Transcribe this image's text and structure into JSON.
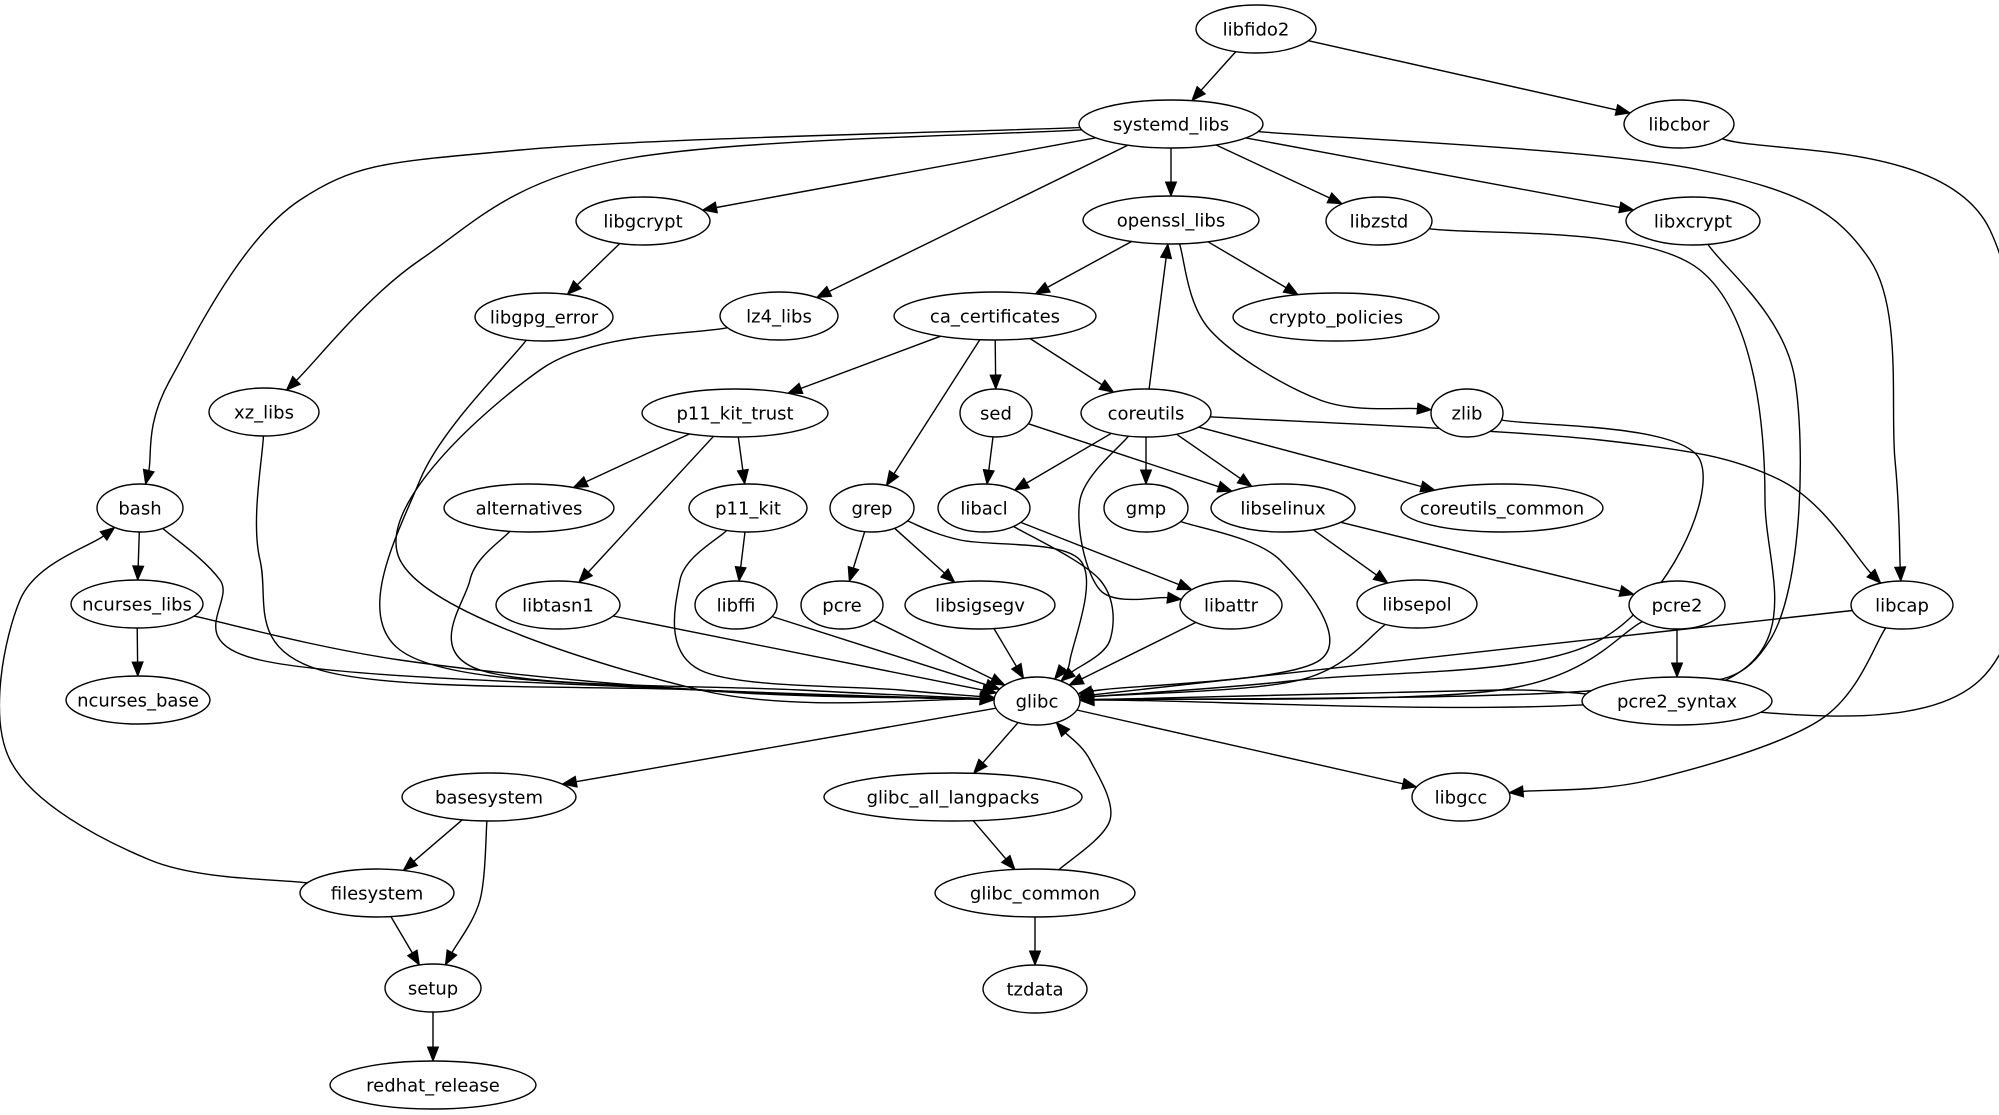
{
  "graph": {
    "type": "directed-dependency-graph",
    "colors": {
      "node_stroke": "#000000",
      "node_fill": "#ffffff",
      "edge": "#000000",
      "background": "#ffffff"
    },
    "nodes": [
      {
        "id": "libfido2",
        "label": "libfido2"
      },
      {
        "id": "systemd_libs",
        "label": "systemd_libs"
      },
      {
        "id": "libcbor",
        "label": "libcbor"
      },
      {
        "id": "libgcrypt",
        "label": "libgcrypt"
      },
      {
        "id": "openssl_libs",
        "label": "openssl_libs"
      },
      {
        "id": "libzstd",
        "label": "libzstd"
      },
      {
        "id": "libxcrypt",
        "label": "libxcrypt"
      },
      {
        "id": "libgpg_error",
        "label": "libgpg_error"
      },
      {
        "id": "lz4_libs",
        "label": "lz4_libs"
      },
      {
        "id": "ca_certificates",
        "label": "ca_certificates"
      },
      {
        "id": "crypto_policies",
        "label": "crypto_policies"
      },
      {
        "id": "xz_libs",
        "label": "xz_libs"
      },
      {
        "id": "p11_kit_trust",
        "label": "p11_kit_trust"
      },
      {
        "id": "sed",
        "label": "sed"
      },
      {
        "id": "coreutils",
        "label": "coreutils"
      },
      {
        "id": "zlib",
        "label": "zlib"
      },
      {
        "id": "bash",
        "label": "bash"
      },
      {
        "id": "alternatives",
        "label": "alternatives"
      },
      {
        "id": "p11_kit",
        "label": "p11_kit"
      },
      {
        "id": "grep",
        "label": "grep"
      },
      {
        "id": "libacl",
        "label": "libacl"
      },
      {
        "id": "gmp",
        "label": "gmp"
      },
      {
        "id": "libselinux",
        "label": "libselinux"
      },
      {
        "id": "coreutils_common",
        "label": "coreutils_common"
      },
      {
        "id": "ncurses_libs",
        "label": "ncurses_libs"
      },
      {
        "id": "libtasn1",
        "label": "libtasn1"
      },
      {
        "id": "libffi",
        "label": "libffi"
      },
      {
        "id": "pcre",
        "label": "pcre"
      },
      {
        "id": "libsigsegv",
        "label": "libsigsegv"
      },
      {
        "id": "libattr",
        "label": "libattr"
      },
      {
        "id": "libsepol",
        "label": "libsepol"
      },
      {
        "id": "pcre2",
        "label": "pcre2"
      },
      {
        "id": "libcap",
        "label": "libcap"
      },
      {
        "id": "ncurses_base",
        "label": "ncurses_base"
      },
      {
        "id": "glibc",
        "label": "glibc"
      },
      {
        "id": "pcre2_syntax",
        "label": "pcre2_syntax"
      },
      {
        "id": "basesystem",
        "label": "basesystem"
      },
      {
        "id": "glibc_all_langpacks",
        "label": "glibc_all_langpacks"
      },
      {
        "id": "libgcc",
        "label": "libgcc"
      },
      {
        "id": "filesystem",
        "label": "filesystem"
      },
      {
        "id": "glibc_common",
        "label": "glibc_common"
      },
      {
        "id": "setup",
        "label": "setup"
      },
      {
        "id": "tzdata",
        "label": "tzdata"
      },
      {
        "id": "redhat_release",
        "label": "redhat_release"
      }
    ],
    "edges": [
      [
        "libfido2",
        "systemd_libs"
      ],
      [
        "libfido2",
        "libcbor"
      ],
      [
        "libcbor",
        "glibc"
      ],
      [
        "systemd_libs",
        "bash"
      ],
      [
        "systemd_libs",
        "xz_libs"
      ],
      [
        "systemd_libs",
        "libgcrypt"
      ],
      [
        "systemd_libs",
        "lz4_libs"
      ],
      [
        "systemd_libs",
        "openssl_libs"
      ],
      [
        "systemd_libs",
        "libzstd"
      ],
      [
        "systemd_libs",
        "libxcrypt"
      ],
      [
        "systemd_libs",
        "libcap"
      ],
      [
        "libgcrypt",
        "libgpg_error"
      ],
      [
        "libgpg_error",
        "glibc"
      ],
      [
        "lz4_libs",
        "glibc"
      ],
      [
        "xz_libs",
        "glibc"
      ],
      [
        "bash",
        "ncurses_libs"
      ],
      [
        "bash",
        "glibc"
      ],
      [
        "ncurses_libs",
        "ncurses_base"
      ],
      [
        "ncurses_libs",
        "glibc"
      ],
      [
        "openssl_libs",
        "ca_certificates"
      ],
      [
        "openssl_libs",
        "crypto_policies"
      ],
      [
        "openssl_libs",
        "zlib"
      ],
      [
        "coreutils",
        "openssl_libs"
      ],
      [
        "ca_certificates",
        "p11_kit_trust"
      ],
      [
        "ca_certificates",
        "grep"
      ],
      [
        "ca_certificates",
        "sed"
      ],
      [
        "ca_certificates",
        "coreutils"
      ],
      [
        "p11_kit_trust",
        "alternatives"
      ],
      [
        "p11_kit_trust",
        "libtasn1"
      ],
      [
        "p11_kit_trust",
        "p11_kit"
      ],
      [
        "alternatives",
        "glibc"
      ],
      [
        "libtasn1",
        "glibc"
      ],
      [
        "p11_kit",
        "libffi"
      ],
      [
        "p11_kit",
        "glibc"
      ],
      [
        "libffi",
        "glibc"
      ],
      [
        "grep",
        "pcre"
      ],
      [
        "grep",
        "libsigsegv"
      ],
      [
        "grep",
        "glibc"
      ],
      [
        "pcre",
        "glibc"
      ],
      [
        "libsigsegv",
        "glibc"
      ],
      [
        "sed",
        "libacl"
      ],
      [
        "sed",
        "libselinux"
      ],
      [
        "libacl",
        "libattr"
      ],
      [
        "libacl",
        "glibc"
      ],
      [
        "coreutils",
        "libacl"
      ],
      [
        "coreutils",
        "gmp"
      ],
      [
        "coreutils",
        "libselinux"
      ],
      [
        "coreutils",
        "coreutils_common"
      ],
      [
        "coreutils",
        "libcap"
      ],
      [
        "coreutils",
        "libattr"
      ],
      [
        "gmp",
        "glibc"
      ],
      [
        "libattr",
        "glibc"
      ],
      [
        "libselinux",
        "libsepol"
      ],
      [
        "libselinux",
        "pcre2"
      ],
      [
        "libsepol",
        "glibc"
      ],
      [
        "pcre2",
        "pcre2_syntax"
      ],
      [
        "pcre2",
        "glibc"
      ],
      [
        "libzstd",
        "glibc"
      ],
      [
        "libxcrypt",
        "glibc"
      ],
      [
        "zlib",
        "glibc"
      ],
      [
        "libcap",
        "glibc"
      ],
      [
        "libcap",
        "libgcc"
      ],
      [
        "glibc",
        "basesystem"
      ],
      [
        "glibc",
        "glibc_all_langpacks"
      ],
      [
        "glibc",
        "libgcc"
      ],
      [
        "basesystem",
        "filesystem"
      ],
      [
        "basesystem",
        "setup"
      ],
      [
        "filesystem",
        "bash"
      ],
      [
        "filesystem",
        "setup"
      ],
      [
        "setup",
        "redhat_release"
      ],
      [
        "glibc_all_langpacks",
        "glibc_common"
      ],
      [
        "glibc_common",
        "glibc"
      ],
      [
        "glibc_common",
        "tzdata"
      ]
    ]
  }
}
